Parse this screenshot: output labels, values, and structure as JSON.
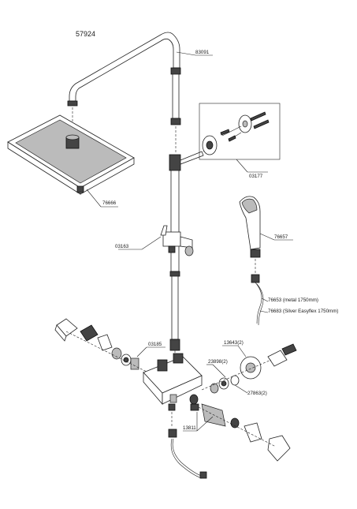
{
  "diagram": {
    "model_number": "57924",
    "parts": {
      "shower_arm": "83091",
      "head_shower": "76666",
      "wall_bracket_kit": "03177",
      "hand_shower": "76657",
      "slider": "03163",
      "hose_metal": "76653 (metal  1750mm)",
      "hose_silver": "76683 (Silver Easyflex 1750mm)",
      "valve_cartridge_kit": "03185",
      "s_union_kit": "13643(2)",
      "screen_filter": "23898(2)",
      "check_valve": "27863(2)",
      "cartridge": "13811"
    }
  }
}
